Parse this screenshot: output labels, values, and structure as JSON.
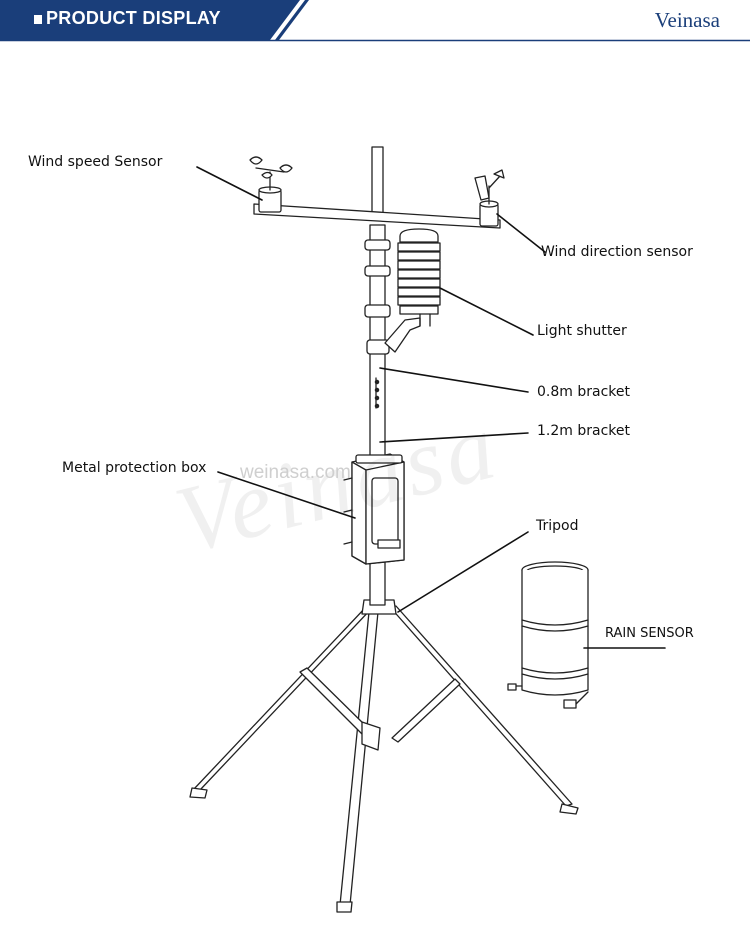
{
  "header": {
    "title": "PRODUCT DISPLAY",
    "brand": "Veinasa",
    "bar_color": "#1a3e7a",
    "brand_color": "#1b3f7a"
  },
  "watermark": {
    "text": "weinasa.com",
    "large_text": "Veinasa"
  },
  "labels": {
    "wind_speed": "Wind speed Sensor",
    "wind_direction": "Wind direction sensor",
    "light_shutter": "Light shutter",
    "bracket_08": "0.8m bracket",
    "bracket_12": "1.2m bracket",
    "metal_box": "Metal protection box",
    "tripod": "Tripod",
    "rain_sensor": "RAIN SENSOR"
  }
}
